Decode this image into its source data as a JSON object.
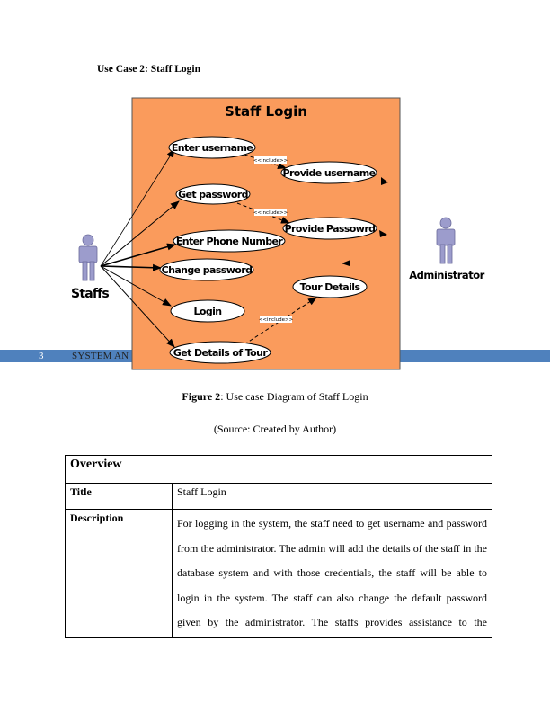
{
  "heading": "Use Case 2: Staff Login",
  "diagram": {
    "system_title": "Staff Login",
    "actors": {
      "staff": "Staffs",
      "admin": "Administrator"
    },
    "use_cases": {
      "enter_username": "Enter username",
      "provide_username": "Provide username",
      "get_password": "Get password",
      "provide_password": "Provide Passowrd",
      "enter_phone": "Enter Phone Number",
      "change_password": "Change password",
      "tour_details": "Tour Details",
      "login": "Login",
      "get_details_tour": "Get Details of Tour"
    },
    "include_label": "<<include>>",
    "colors": {
      "boundary": "#fa9b5c",
      "actor": "#9c9ccc"
    }
  },
  "footer": {
    "page_number": "3",
    "title": "SYSTEM AN"
  },
  "figure_caption": {
    "label": "Figure 2",
    "text": ": Use case Diagram of Staff Login"
  },
  "source_caption": "(Source: Created by Author)",
  "table": {
    "header": "Overview",
    "rows": [
      {
        "label": "Title",
        "value": "Staff  Login"
      },
      {
        "label": "Description",
        "value": "For logging in the system, the staff need to get username and password from the administrator. The admin will add the details of the staff in the database system and with those credentials, the staff will be able to login in the system. The staff can also change the default password given by the administrator. The staffs provides assistance to the"
      }
    ]
  }
}
